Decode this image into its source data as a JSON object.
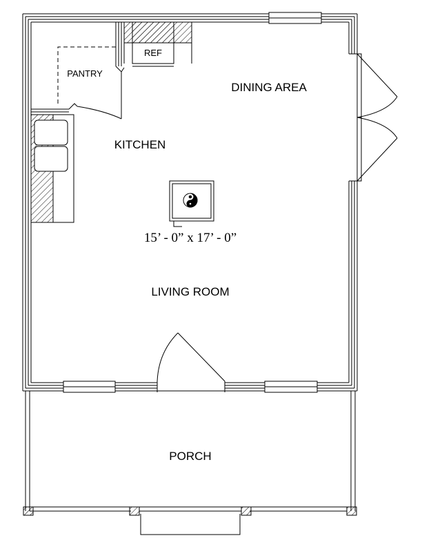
{
  "rooms": {
    "pantry": "PANTRY",
    "ref": "REF",
    "dining": "DINING AREA",
    "kitchen": "KITCHEN",
    "living": "LIVING ROOM",
    "porch": "PORCH"
  },
  "dimensions": "15’ - 0” x 17’ - 0”",
  "colors": {
    "line": "#000000",
    "background": "#ffffff"
  }
}
